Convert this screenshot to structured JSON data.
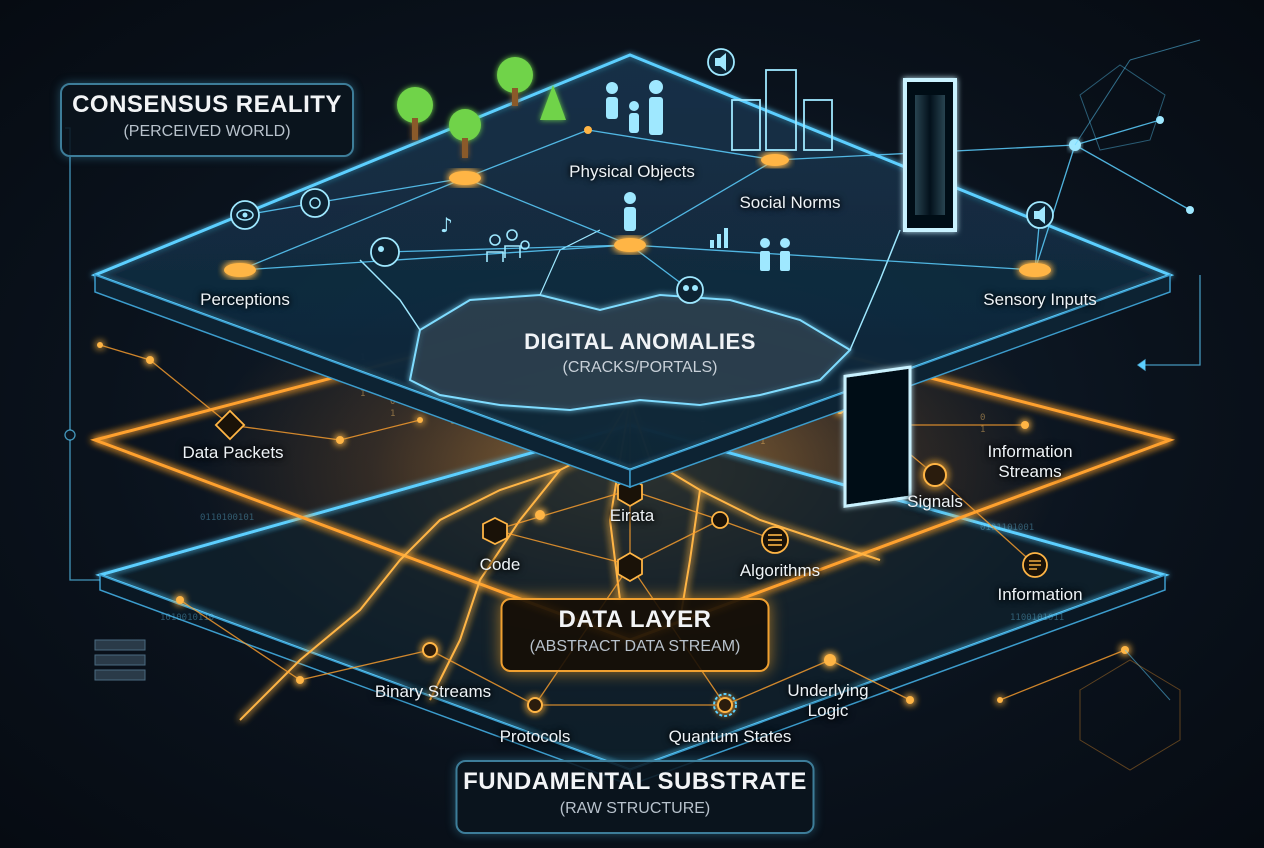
{
  "colors": {
    "background": "#0b1520",
    "cyan": "#4fd3ff",
    "orange": "#ffa12e",
    "amber_glow": "#ffcc66"
  },
  "layers": {
    "consensus": {
      "title": "CONSENSUS REALITY",
      "subtitle": "(PERCEIVED WORLD)"
    },
    "anomalies": {
      "title": "DIGITAL ANOMALIES",
      "subtitle": "(CRACKS/PORTALS)"
    },
    "data_layer": {
      "title": "DATA LAYER",
      "subtitle": "(ABSTRACT DATA STREAM)"
    },
    "substrate": {
      "title": "FUNDAMENTAL SUBSTRATE",
      "subtitle": "(RAW STRUCTURE)"
    }
  },
  "consensus_nodes": {
    "physical_objects": "Physical Objects",
    "social_norms": "Social Norms",
    "perceptions": "Perceptions",
    "sensory_inputs": "Sensory Inputs"
  },
  "data_nodes": {
    "data_packets": "Data Packets",
    "information_streams": "Information\nStreams",
    "signals": "Signals",
    "eirata": "Eirata",
    "code": "Code",
    "algorithms": "Algorithms",
    "information": "Information"
  },
  "substrate_nodes": {
    "binary_streams": "Binary Streams",
    "underlying_logic": "Underlying\nLogic",
    "protocols": "Protocols",
    "quantum_states": "Quantum States"
  },
  "icons": [
    "tree-icon",
    "people-icon",
    "speaker-icon",
    "buildings-icon",
    "eye-icon",
    "music-icon",
    "chart-icon",
    "portal-icon",
    "cube-icon",
    "menu-icon",
    "gear-icon",
    "stack-icon"
  ]
}
